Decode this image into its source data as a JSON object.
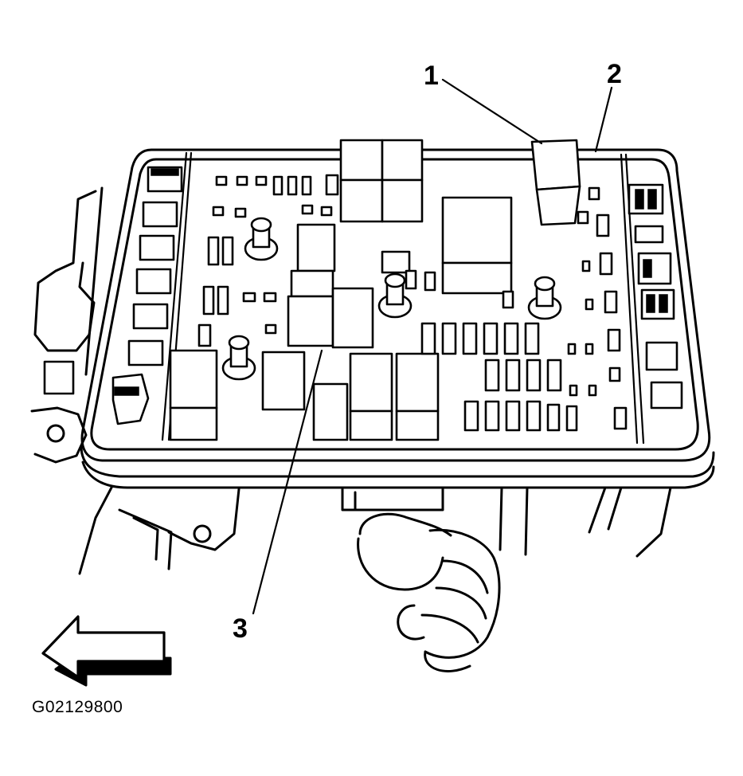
{
  "callouts": {
    "label_1": "1",
    "label_2": "2",
    "label_3": "3"
  },
  "figure_code": "G02129800",
  "icons": {
    "direction_arrow": "left-arrow-icon"
  }
}
